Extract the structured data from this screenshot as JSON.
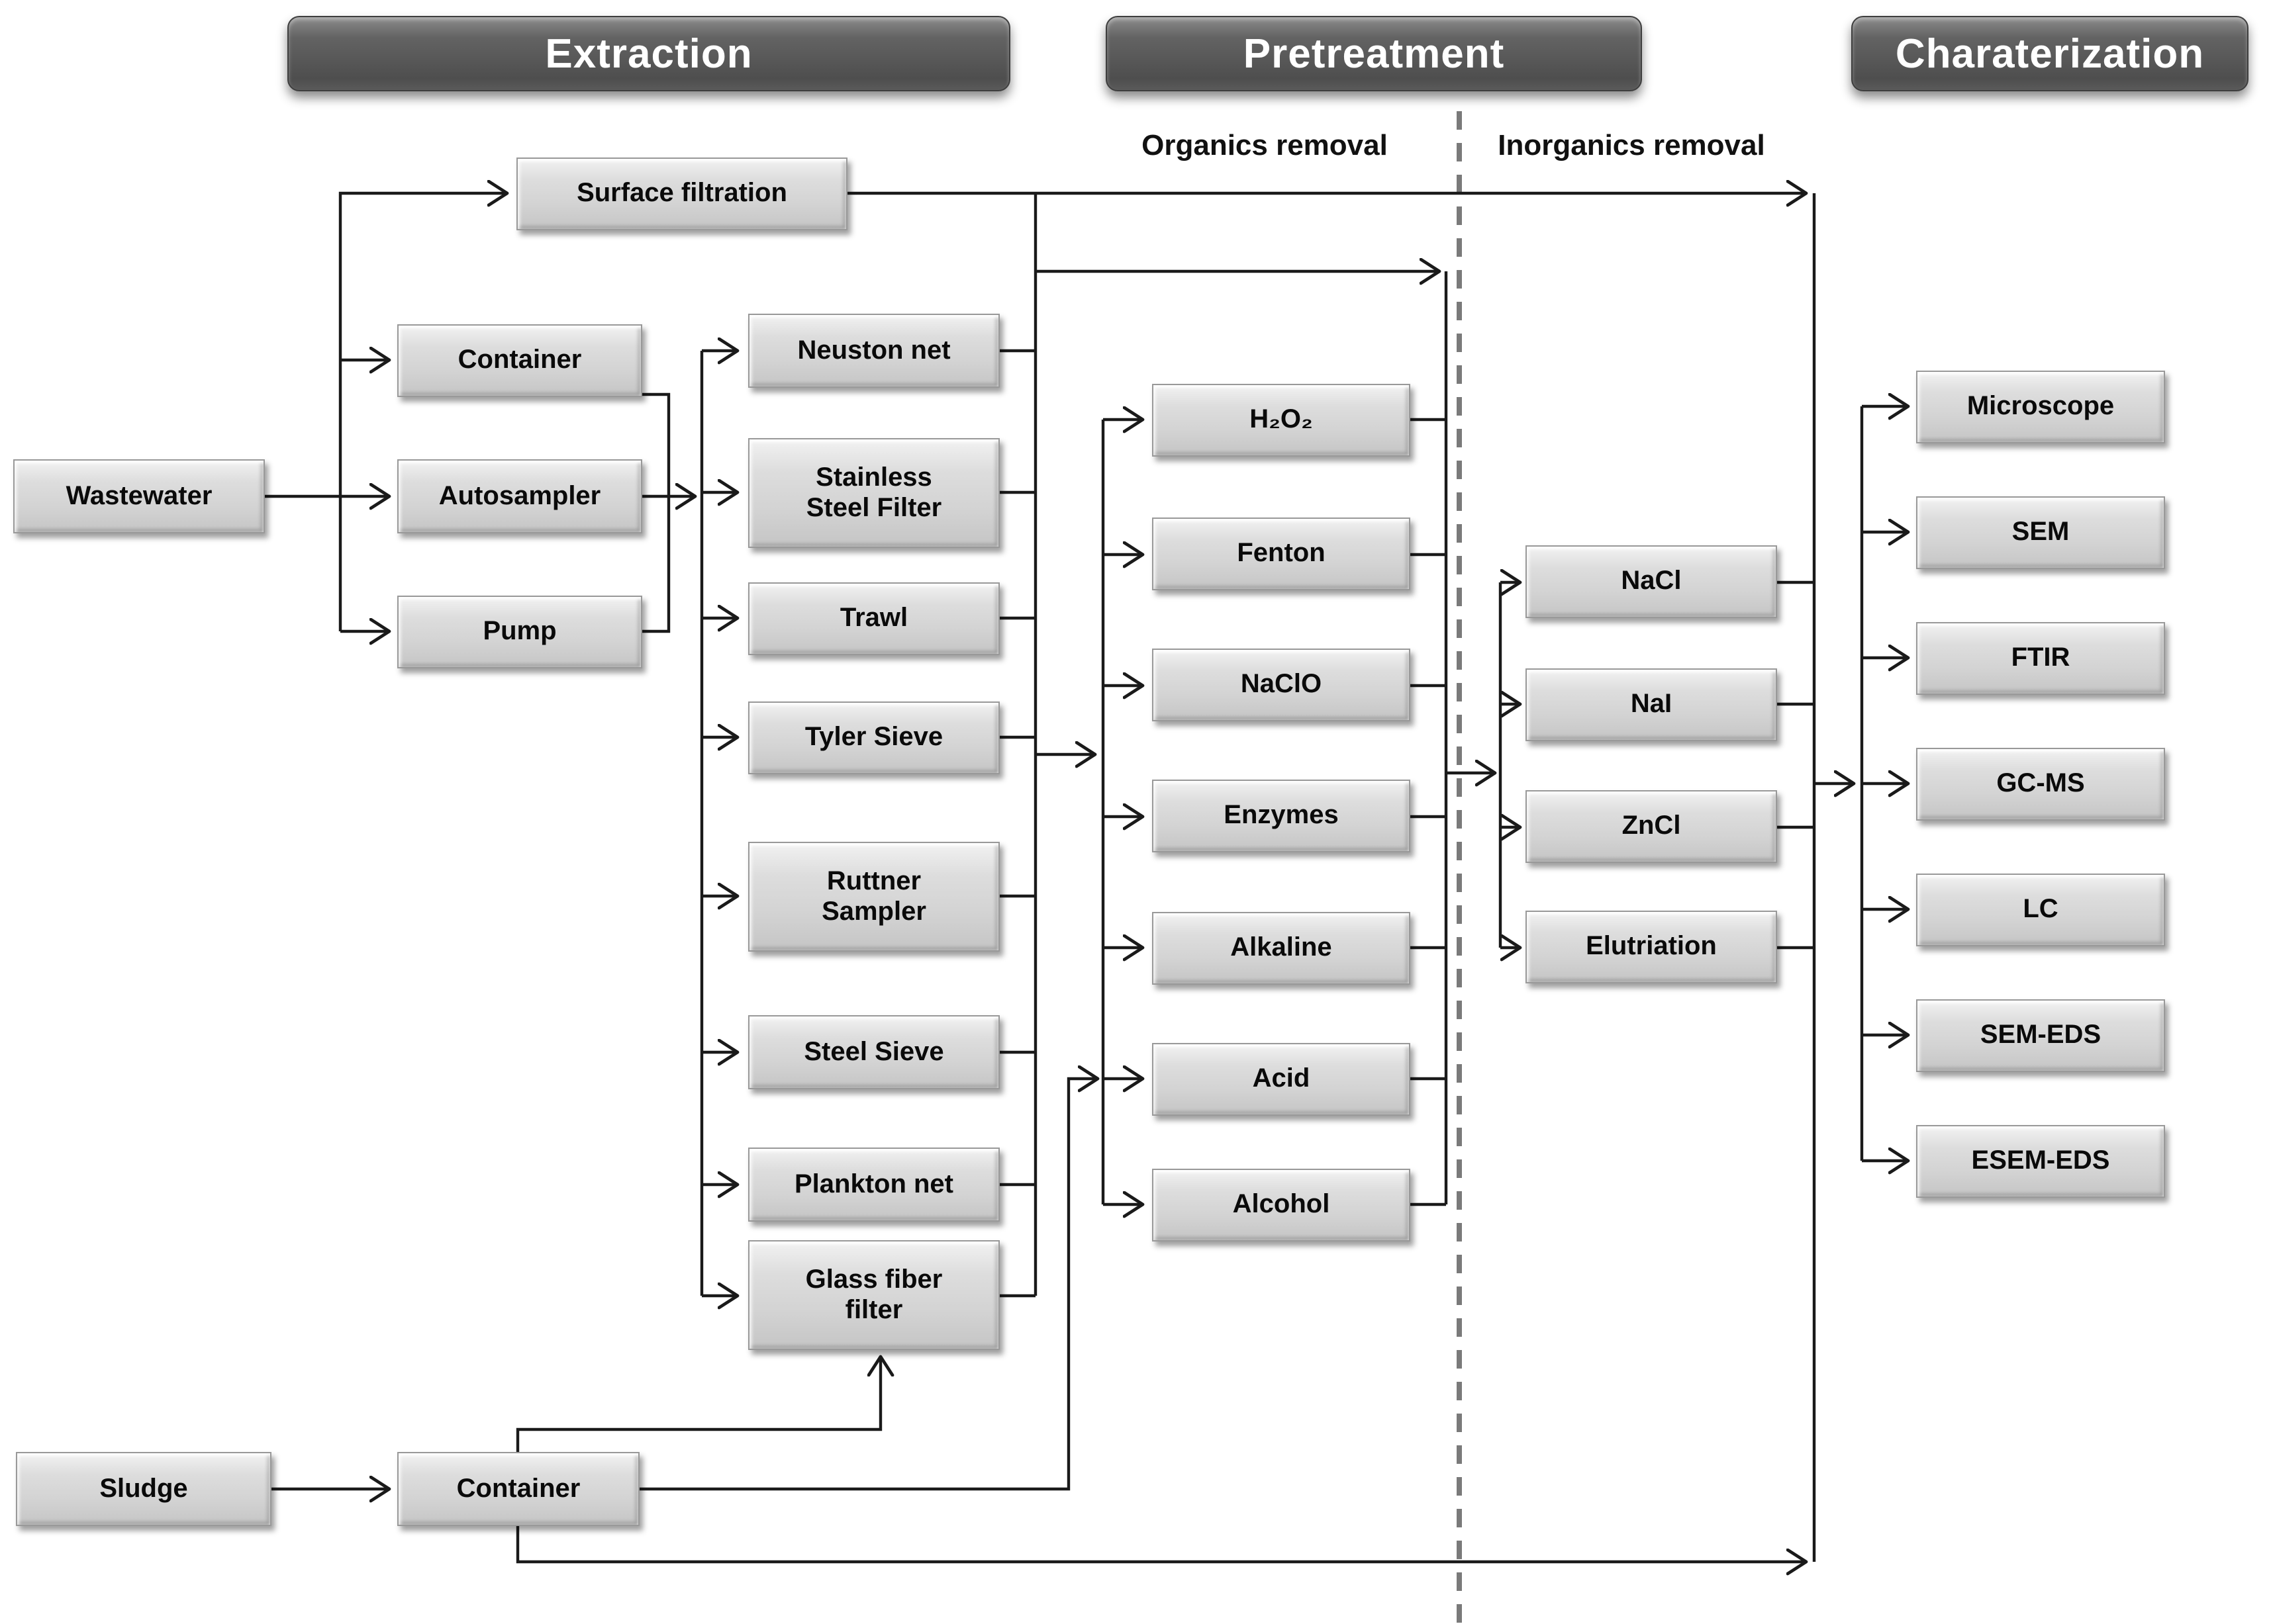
{
  "headers": {
    "extraction": "Extraction",
    "pretreatment": "Pretreatment",
    "charaterization": "Charaterization"
  },
  "phase_labels": {
    "organics": "Organics removal",
    "inorganics": "Inorganics removal"
  },
  "nodes": {
    "wastewater": "Wastewater",
    "sludge": "Sludge",
    "surface_filtration": "Surface filtration",
    "container": "Container",
    "autosampler": "Autosampler",
    "pump": "Pump",
    "sludge_container": "Container",
    "devices": [
      "Neuston net",
      "Stainless\nSteel Filter",
      "Trawl",
      "Tyler Sieve",
      "Ruttner\nSampler",
      "Steel Sieve",
      "Plankton net",
      "Glass fiber\nfilter"
    ],
    "organics_removal": [
      "H₂O₂",
      "Fenton",
      "NaClO",
      "Enzymes",
      "Alkaline",
      "Acid",
      "Alcohol"
    ],
    "inorganics_removal": [
      "NaCl",
      "NaI",
      "ZnCl",
      "Elutriation"
    ],
    "characterization": [
      "Microscope",
      "SEM",
      "FTIR",
      "GC-MS",
      "LC",
      "SEM-EDS",
      "ESEM-EDS"
    ]
  },
  "colors": {
    "line": "#1a1a1a",
    "dashed_divider": "#7a7a7a",
    "box_fill": "#d3d3d3",
    "box_border": "#999999",
    "header_fill": "#575757",
    "header_text": "#ffffff",
    "text": "#0a0a0a",
    "background": "#ffffff"
  }
}
